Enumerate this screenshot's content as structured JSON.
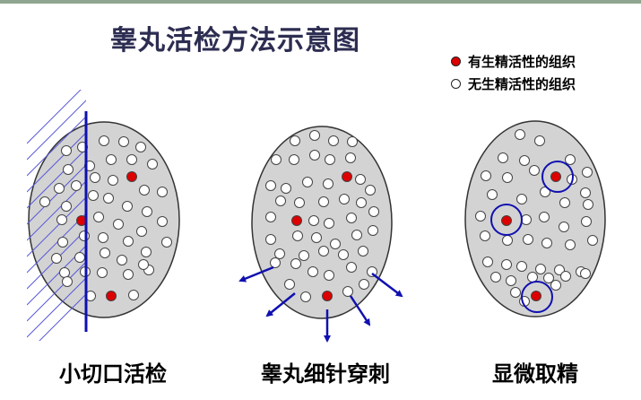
{
  "title": "睾丸活检方法示意图",
  "legend": [
    {
      "label": "有生精活性的组织",
      "color": "#dd0000"
    },
    {
      "label": "无生精活性的组织",
      "color": "#ffffff"
    }
  ],
  "captions": [
    "小切口活检",
    "睾丸细针穿刺",
    "显微取精"
  ],
  "colors": {
    "testis_fill": "#d3d3d3",
    "outline": "#333333",
    "active_dot": "#dd0000",
    "inactive_dot": "#ffffff",
    "accent_blue": "#1010b0",
    "hatch": "#5a5ad8"
  }
}
